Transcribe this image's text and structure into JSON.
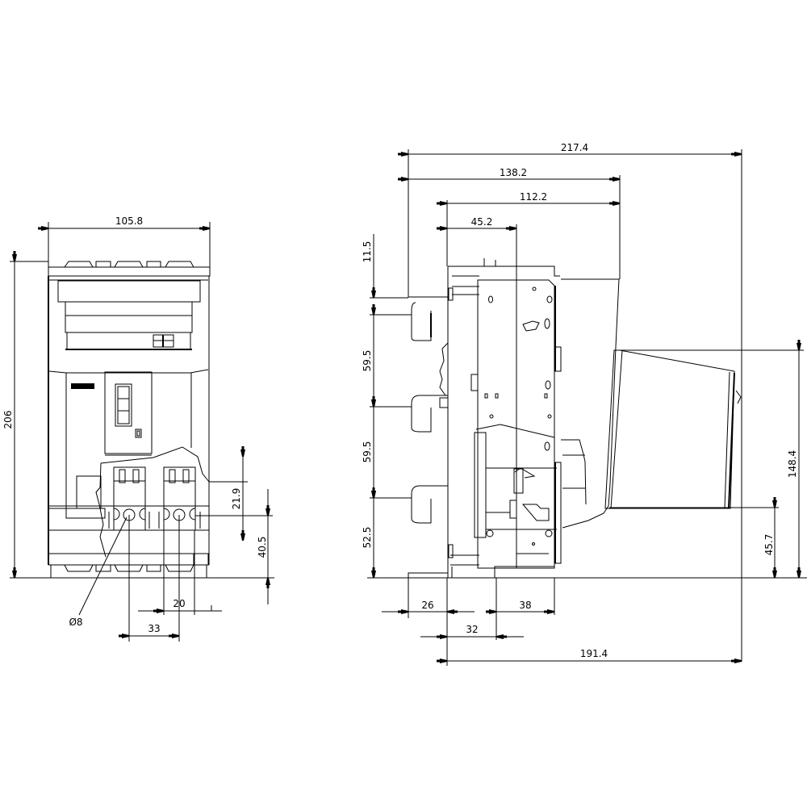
{
  "drawing": {
    "type": "technical dimension drawing",
    "units": "mm",
    "views": [
      "front-view",
      "side-view"
    ]
  },
  "front_view": {
    "dimensions": {
      "width": "105.8",
      "height": "206",
      "terminal_height": "21.9",
      "terminal_center_height": "40.5",
      "terminal_width": "20",
      "pole_pitch": "33",
      "hole_diameter": "Ø8"
    }
  },
  "side_view": {
    "dimensions": {
      "overall_depth": "217.4",
      "depth_1": "138.2",
      "depth_2": "112.2",
      "depth_3": "45.2",
      "top_offset": "11.5",
      "pitch_1": "59.5",
      "pitch_2": "59.5",
      "bottom_offset": "52.5",
      "handle_height": "148.4",
      "handle_bottom": "45.7",
      "rear_1": "26",
      "rear_2": "32",
      "rear_3": "38",
      "depth_base": "191.4"
    }
  }
}
